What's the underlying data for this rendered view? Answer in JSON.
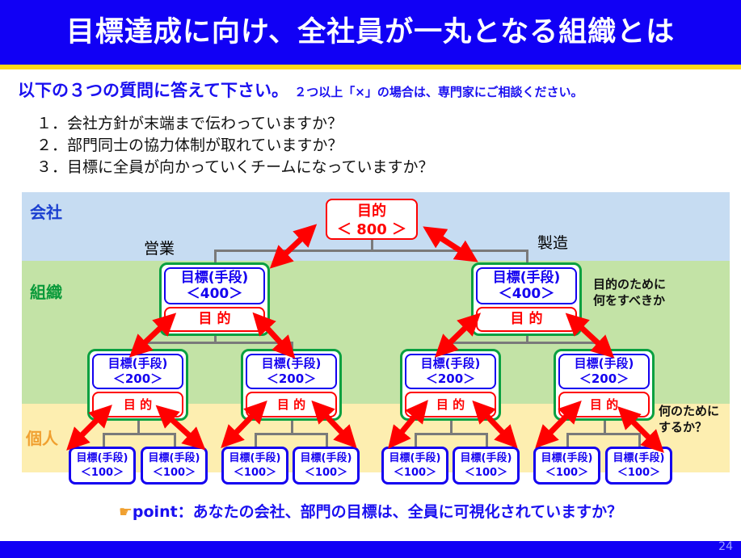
{
  "title": "目標達成に向け、全社員が一丸となる組織とは",
  "instruction": {
    "main": "以下の３つの質問に答えて下さい。",
    "note": "２つ以上「×」の場合は、専門家にご相談ください。"
  },
  "questions": [
    "１．会社方針が末端まで伝わっていますか？",
    "２．部門同士の協力体制が取れていますか？",
    "３．目標に全員が向かっていくチームになっていますか？"
  ],
  "bands": {
    "company": "会社",
    "org": "組織",
    "individual": "個人"
  },
  "top": {
    "label": "目的",
    "value": "＜ 800 ＞"
  },
  "divisions": [
    "営業",
    "製造"
  ],
  "org": {
    "label": "目標(手段)",
    "value": "＜400＞",
    "purpose": "目 的"
  },
  "team": {
    "label": "目標(手段)",
    "value": "＜200＞",
    "purpose": "目 的"
  },
  "person": {
    "label": "目標(手段)",
    "value": "＜100＞"
  },
  "notes": {
    "org": [
      "目的のために",
      "何をすべきか"
    ],
    "individual": [
      "何のために",
      "するか？"
    ]
  },
  "point": {
    "icon": "pointing-hand-icon",
    "label": "point：あなたの会社、部門の目標は、全員に可視化されていますか？"
  },
  "page_number": "24",
  "colors": {
    "header": "#1100f5",
    "stripe": "#ffd81a",
    "company": "#c6dcf2",
    "org": "#c3e3a6",
    "individual": "#fdeeb0",
    "arrow": "#ff0000"
  }
}
